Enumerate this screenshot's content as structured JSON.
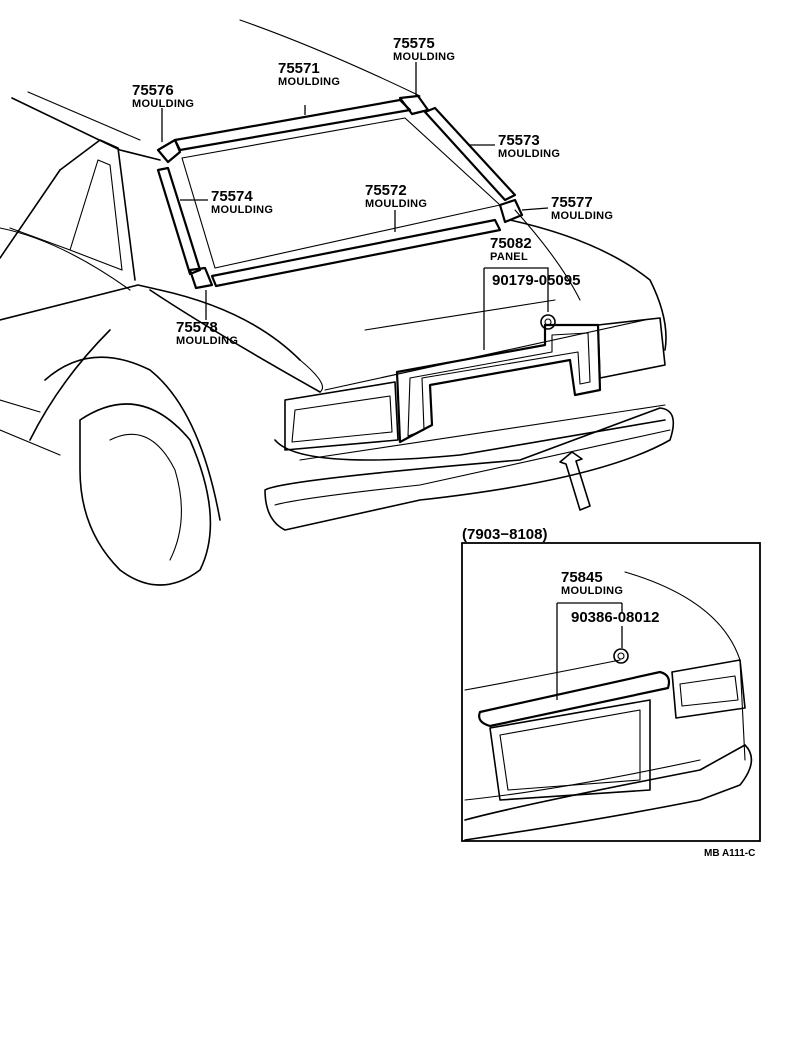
{
  "callouts": {
    "p75575": {
      "number": "75575",
      "label": "MOULDING"
    },
    "p75571": {
      "number": "75571",
      "label": "MOULDING"
    },
    "p75576": {
      "number": "75576",
      "label": "MOULDING"
    },
    "p75573": {
      "number": "75573",
      "label": "MOULDING"
    },
    "p75574": {
      "number": "75574",
      "label": "MOULDING"
    },
    "p75572": {
      "number": "75572",
      "label": "MOULDING"
    },
    "p75577": {
      "number": "75577",
      "label": "MOULDING"
    },
    "p75082": {
      "number": "75082",
      "label": "PANEL"
    },
    "p90179": {
      "number": "90179-05095"
    },
    "p75578": {
      "number": "75578",
      "label": "MOULDING"
    }
  },
  "inset": {
    "date_range": "(7903−8108)",
    "p75845": {
      "number": "75845",
      "label": "MOULDING"
    },
    "p90386": {
      "number": "90386-08012"
    }
  },
  "figure_code": "MB A111-C"
}
